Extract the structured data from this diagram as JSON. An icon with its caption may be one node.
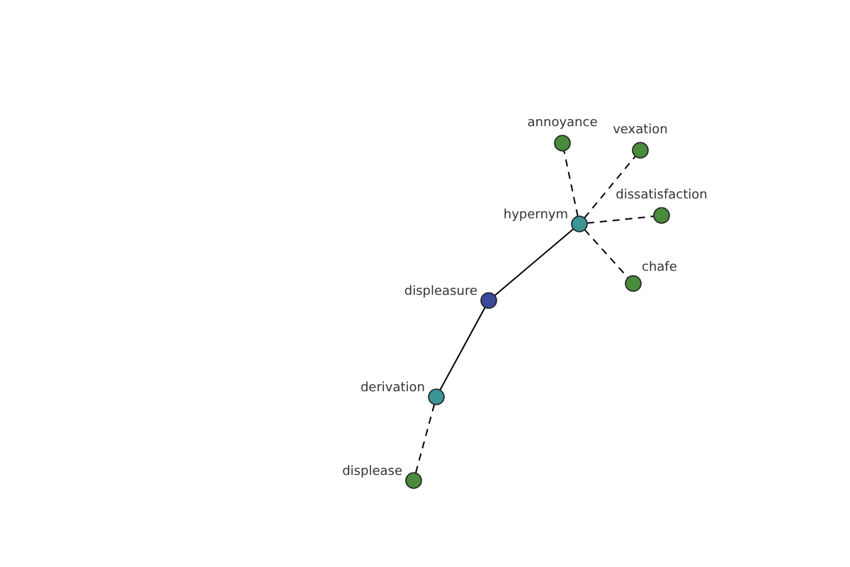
{
  "diagram": {
    "nodes": [
      {
        "text": [
          "displeasure"
        ]
      },
      {
        "text": [
          "hypernym"
        ]
      },
      {
        "text": [
          "annoyance"
        ]
      },
      {
        "text": [
          "vexation"
        ]
      },
      {
        "text": [
          "dissatisfaction"
        ]
      },
      {
        "text": [
          "chafe"
        ]
      },
      {
        "text": [
          "derivation"
        ]
      },
      {
        "text": [
          "displease"
        ]
      }
    ],
    "edges": [
      {
        "from": 0,
        "to": 1,
        "arrow": "none"
      },
      {
        "from": 1,
        "to": 2,
        "arrow": "none",
        "style": "dashed"
      },
      {
        "from": 1,
        "to": 3,
        "arrow": "none",
        "style": "dashed"
      },
      {
        "from": 1,
        "to": 4,
        "arrow": "none",
        "style": "dashed"
      },
      {
        "from": 1,
        "to": 5,
        "arrow": "none",
        "style": "dashed"
      },
      {
        "from": 0,
        "to": 6,
        "arrow": "none"
      },
      {
        "from": 6,
        "to": 7,
        "arrow": "none",
        "style": "dashed"
      }
    ]
  }
}
